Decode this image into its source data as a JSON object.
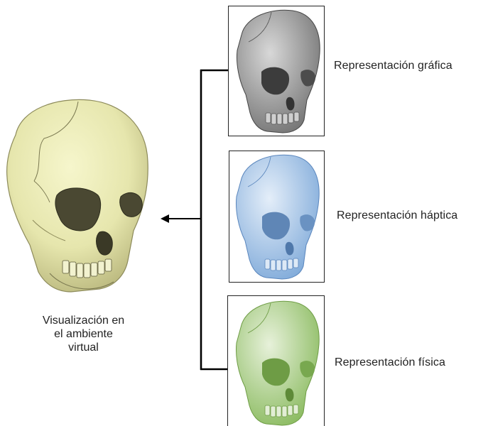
{
  "main_skull": {
    "caption_lines": [
      "Visualización en",
      "el ambiente",
      "virtual"
    ],
    "color": "#eeeeb8"
  },
  "representations": [
    {
      "label": "Representación gráfica",
      "color": "#6f6f6f"
    },
    {
      "label": "Representación háptica",
      "color": "#7ba7d8"
    },
    {
      "label": "Representación física",
      "color": "#86b85a"
    }
  ]
}
